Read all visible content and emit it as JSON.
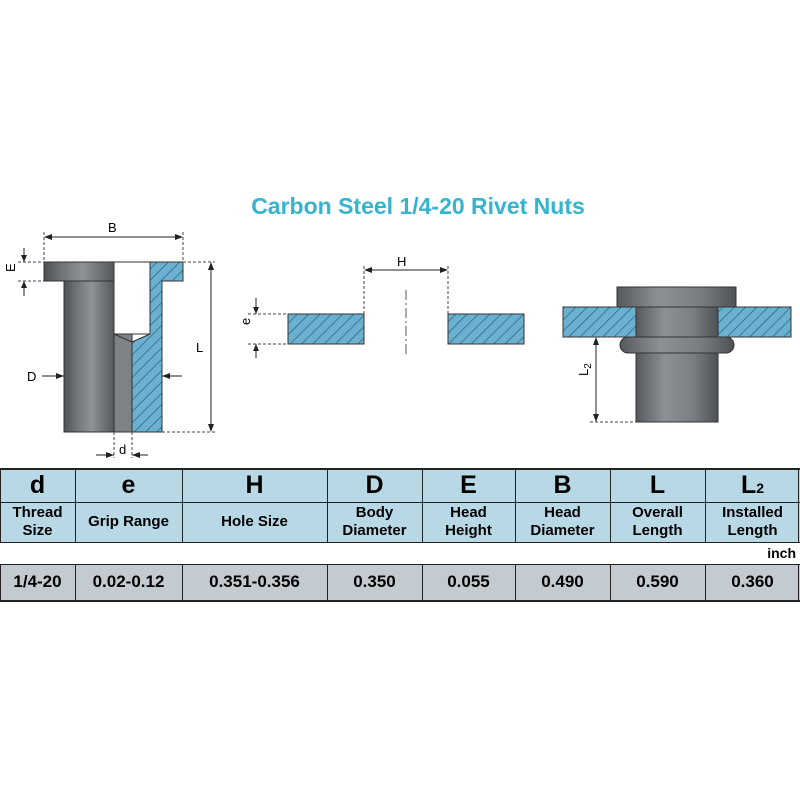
{
  "title": "Carbon Steel 1/4-20 Rivet Nuts",
  "diagram_labels": {
    "nut_width": "B",
    "head_height": "E",
    "length": "L",
    "body_diameter": "D",
    "thread": "d",
    "hole_size": "H",
    "grip": "e",
    "installed_length": "L",
    "installed_length_sub": "2"
  },
  "table": {
    "header_color": "#b8d8e6",
    "row_color": "#c3cbd1",
    "columns": [
      {
        "symbol": "d",
        "symbol_sub": "",
        "label": "Thread Size",
        "value": "1/4-20"
      },
      {
        "symbol": "e",
        "symbol_sub": "",
        "label": "Grip Range",
        "value": "0.02-0.12"
      },
      {
        "symbol": "H",
        "symbol_sub": "",
        "label": "Hole Size",
        "value": "0.351-0.356"
      },
      {
        "symbol": "D",
        "symbol_sub": "",
        "label": "Body Diameter",
        "value": "0.350"
      },
      {
        "symbol": "E",
        "symbol_sub": "",
        "label": "Head Height",
        "value": "0.055"
      },
      {
        "symbol": "B",
        "symbol_sub": "",
        "label": "Head Diameter",
        "value": "0.490"
      },
      {
        "symbol": "L",
        "symbol_sub": "",
        "label": "Overall Length",
        "value": "0.590"
      },
      {
        "symbol": "L",
        "symbol_sub": "2",
        "label": "Installed Length",
        "value": "0.360"
      }
    ],
    "unit": "inch"
  }
}
